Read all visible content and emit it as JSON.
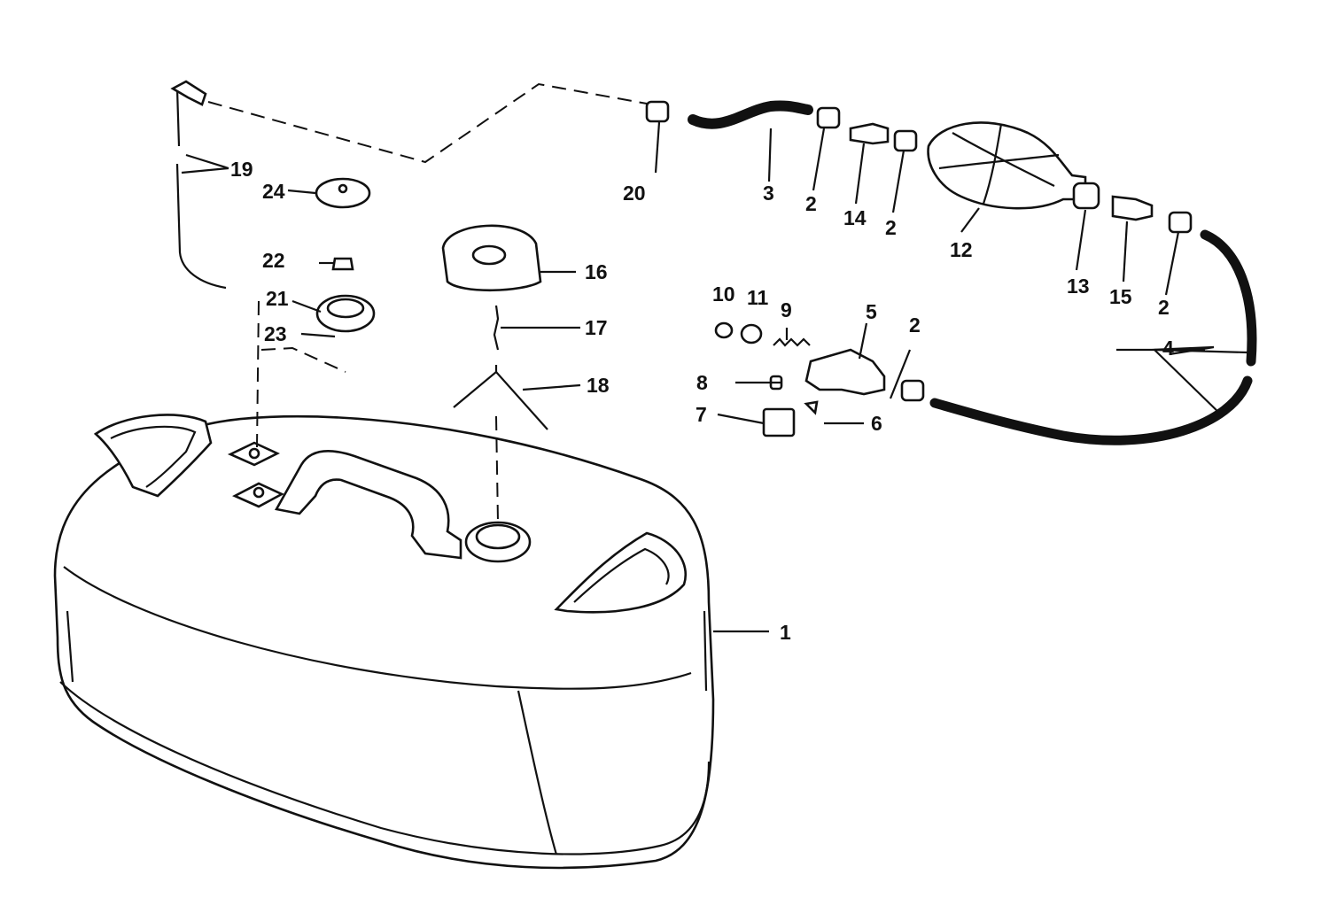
{
  "diagram": {
    "callouts": [
      {
        "id": "c1",
        "label": "1"
      },
      {
        "id": "c2a",
        "label": "2"
      },
      {
        "id": "c2b",
        "label": "2"
      },
      {
        "id": "c2c",
        "label": "2"
      },
      {
        "id": "c2d",
        "label": "2"
      },
      {
        "id": "c3",
        "label": "3"
      },
      {
        "id": "c4",
        "label": "4"
      },
      {
        "id": "c5",
        "label": "5"
      },
      {
        "id": "c6",
        "label": "6"
      },
      {
        "id": "c7",
        "label": "7"
      },
      {
        "id": "c8",
        "label": "8"
      },
      {
        "id": "c9",
        "label": "9"
      },
      {
        "id": "c10",
        "label": "10"
      },
      {
        "id": "c11",
        "label": "11"
      },
      {
        "id": "c12",
        "label": "12"
      },
      {
        "id": "c13",
        "label": "13"
      },
      {
        "id": "c14",
        "label": "14"
      },
      {
        "id": "c15",
        "label": "15"
      },
      {
        "id": "c16",
        "label": "16"
      },
      {
        "id": "c17",
        "label": "17"
      },
      {
        "id": "c18",
        "label": "18"
      },
      {
        "id": "c19",
        "label": "19"
      },
      {
        "id": "c20",
        "label": "20"
      },
      {
        "id": "c21",
        "label": "21"
      },
      {
        "id": "c22",
        "label": "22"
      },
      {
        "id": "c23",
        "label": "23"
      },
      {
        "id": "c24",
        "label": "24"
      }
    ]
  }
}
